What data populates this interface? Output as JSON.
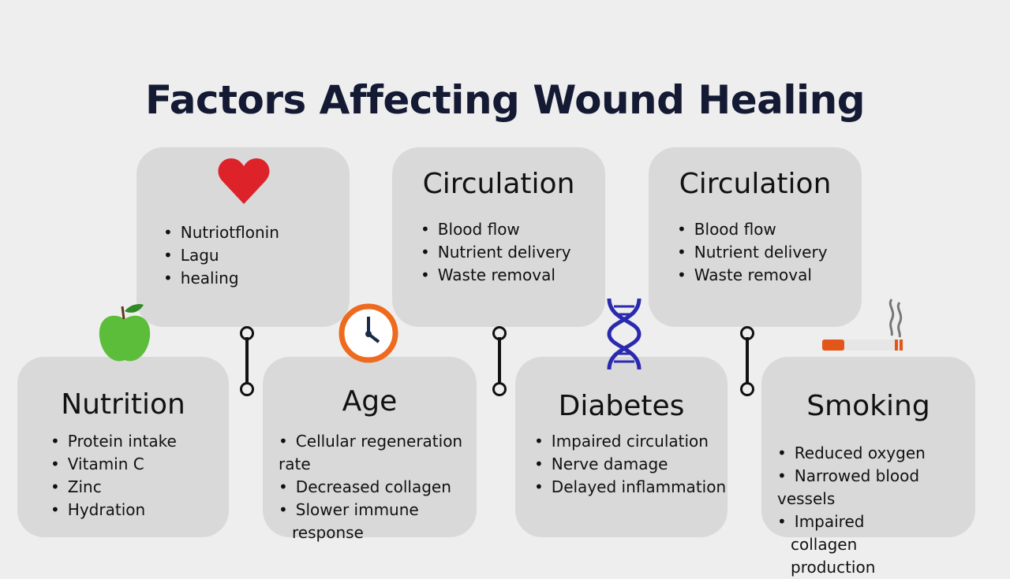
{
  "title": "Factors Affecting Wound Healing",
  "top_cards": [
    {
      "title": "",
      "items": [
        "Nutriotflonin",
        "Lagu",
        "healing"
      ]
    },
    {
      "title": "Circulation",
      "items": [
        "Blood flow",
        "Nutrient delivery",
        "Waste removal"
      ]
    },
    {
      "title": "Circulation",
      "items": [
        "Blood flow",
        "Nutrient delivery",
        "Waste removal"
      ]
    }
  ],
  "bottom_cards": [
    {
      "title": "Nutrition",
      "items": [
        "Protein intake",
        "Vitamin C",
        "Zinc",
        "Hydration"
      ]
    },
    {
      "title": "Age",
      "items": [
        "Cellular regeneration rate",
        "Decreased collagen",
        "Slower immune response"
      ]
    },
    {
      "title": "Diabetes",
      "items": [
        "Impaired circulation",
        "Nerve damage",
        "Delayed inflammation"
      ]
    },
    {
      "title": "Smoking",
      "items": [
        "Reduced oxygen",
        "Narrowed blood vessels",
        "Impaired collagen production"
      ]
    }
  ]
}
